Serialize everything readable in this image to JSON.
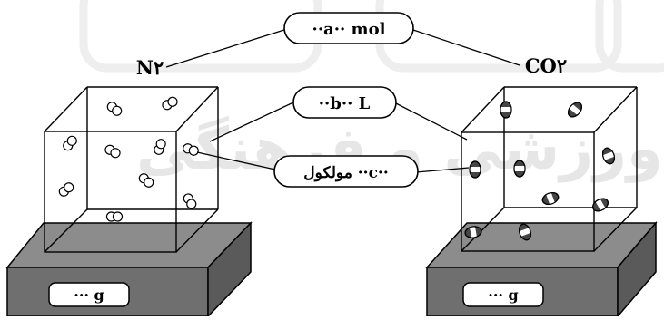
{
  "callouts": {
    "amount": "··a·· mol",
    "volume": "··b·· L",
    "molecules": "مولکول ··c··"
  },
  "gases": {
    "left": "N۲",
    "right": "CO۲"
  },
  "scales": {
    "left_label": "··· g",
    "right_label": "··· g"
  },
  "watermark": {
    "text": "ورزشی و فرهنگی"
  },
  "colors": {
    "outline": "#000000",
    "base_top": "#8c8c8c",
    "base_front": "#6f6f6f",
    "base_side": "#5a5a5a",
    "watermark": "#e6e6e6"
  }
}
